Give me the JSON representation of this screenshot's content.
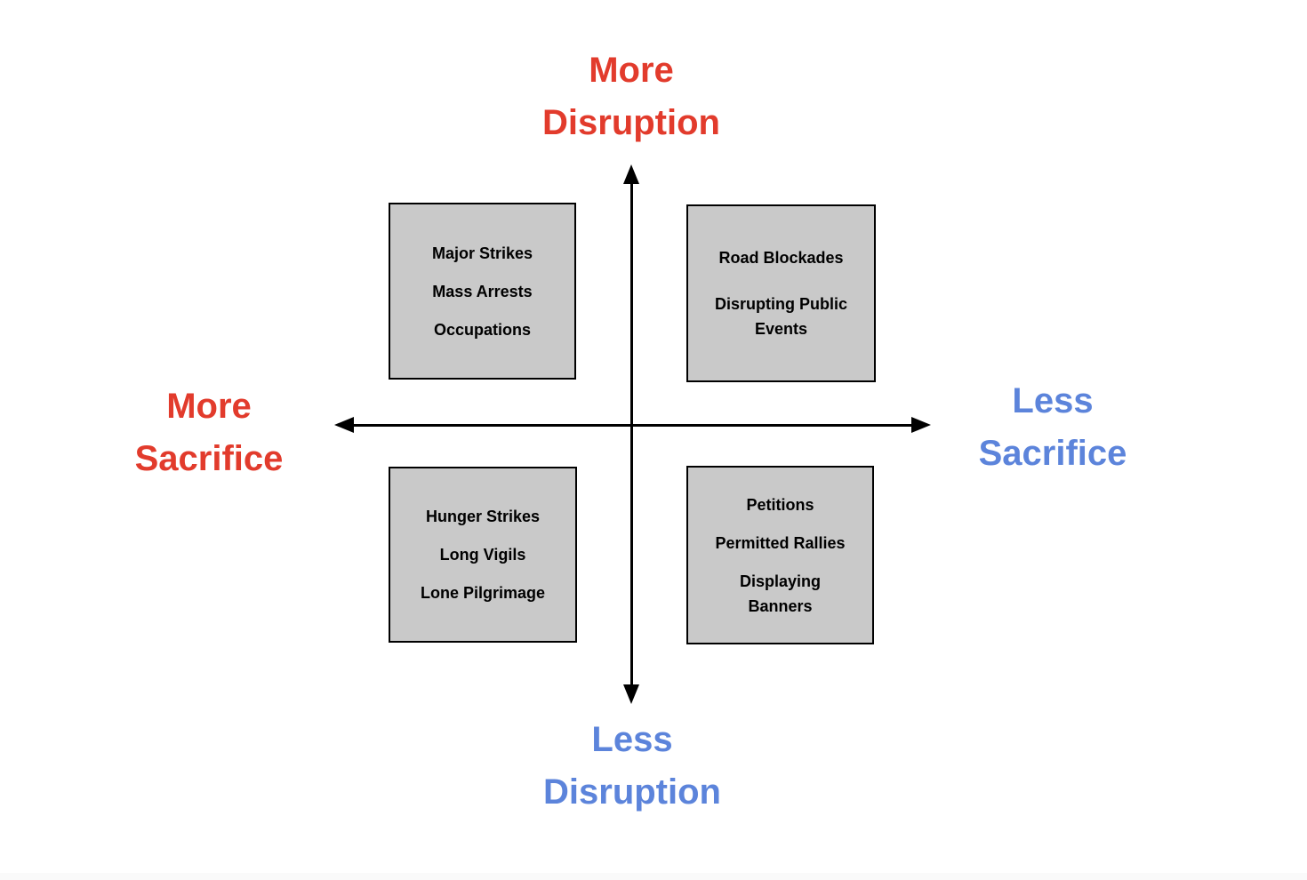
{
  "colors": {
    "red": "#E23B2C",
    "blue": "#5C84DB",
    "box_fill": "#C9C9C9",
    "box_border": "#000000",
    "axis": "#000000"
  },
  "axis_labels": {
    "top": {
      "line1": "More",
      "line2": "Disruption",
      "color": "#E23B2C"
    },
    "bottom": {
      "line1": "Less",
      "line2": "Disruption",
      "color": "#5C84DB"
    },
    "left": {
      "line1": "More",
      "line2": "Sacrifice",
      "color": "#E23B2C"
    },
    "right": {
      "line1": "Less",
      "line2": "Sacrifice",
      "color": "#5C84DB"
    }
  },
  "quadrants": {
    "top_left": {
      "items": [
        "Major Strikes",
        "Mass Arrests",
        "Occupations"
      ]
    },
    "top_right": {
      "items": [
        "Road Blockades",
        "Disrupting Public\nEvents"
      ]
    },
    "bottom_left": {
      "items": [
        "Hunger Strikes",
        "Long Vigils",
        "Lone Pilgrimage"
      ]
    },
    "bottom_right": {
      "items": [
        "Petitions",
        "Permitted Rallies",
        "Displaying\nBanners"
      ]
    }
  }
}
